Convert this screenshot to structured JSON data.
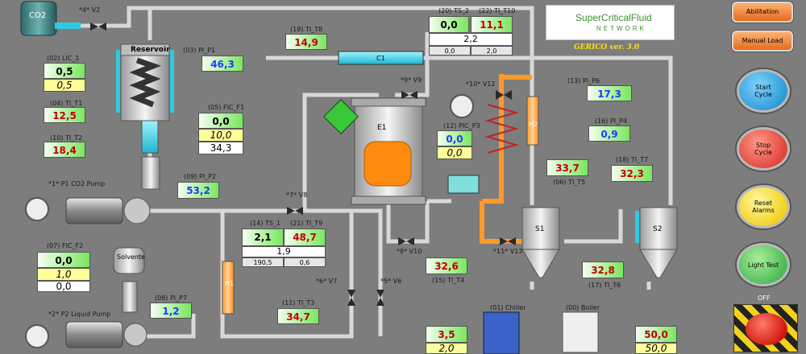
{
  "app": {
    "brand_line1": "SuperCriticalFluid",
    "brand_line2": "NETWORK",
    "version": "GERICO  ver. 3.0"
  },
  "buttons": {
    "abilitation": "Abilitation",
    "manual_load": "Manual Load",
    "start": "Start Cycle",
    "stop": "Stop Cycle",
    "reset": "Reset Alarms",
    "light": "Light Test",
    "emergency": "OFF"
  },
  "colors": {
    "start": "#2f9bd6",
    "stop": "#e2453a",
    "reset": "#f2d21f",
    "light": "#4dbb57"
  },
  "equipment": {
    "co2": "CO2",
    "reservoir": "Reservoir",
    "c1": "C1",
    "e1": "E1",
    "h1": "H1",
    "h2": "H2",
    "s1": "S1",
    "s2": "S2",
    "solvente": "Solvente",
    "pump1": "*1* P1 CO2 Pump",
    "pump2": "*2* P2 Liquid Pump",
    "chiller": "(01) Chiller",
    "boiler": "(00) Boiler"
  },
  "valves": {
    "v2": "*4* V2",
    "v9": "*9* V9",
    "v12": "*10* V12",
    "v8": "*7* V8",
    "v10": "*8* V10",
    "v7": "*6* V7",
    "v6": "*5* V6",
    "v13": "*11* V13"
  },
  "instruments": {
    "lic1": {
      "tag": "(02) LIC_1",
      "pv": "0,5",
      "sp": "0,5"
    },
    "tit1": {
      "tag": "(04) TI_T1",
      "pv": "12,5"
    },
    "tit2": {
      "tag": "(10) TI_T2",
      "pv": "18,4"
    },
    "pip1": {
      "tag": "(03) PI_P1",
      "pv": "46,3"
    },
    "tit8": {
      "tag": "(19) TI_T8",
      "pv": "14,9"
    },
    "ts2": {
      "tag": "(20) TS_2",
      "pv": "0,0"
    },
    "tit10": {
      "tag": "(22) TI_T10",
      "pv": "11,1"
    },
    "c1_mid": "2,2",
    "c1_left": "0,0",
    "c1_right": "2,0",
    "ficf1": {
      "tag": "(05) FIC_F1",
      "pv": "0,0",
      "sp": "10,0",
      "out": "34,3"
    },
    "pip2": {
      "tag": "(09) PI_P2",
      "pv": "53,2"
    },
    "ficf2": {
      "tag": "(07) FIC_F2",
      "pv": "0,0",
      "sp": "1,0",
      "out": "0,0"
    },
    "pip7": {
      "tag": "(08) PI_P7",
      "pv": "1,2"
    },
    "ts1": {
      "tag": "(14) TS_1",
      "pv": "2,1"
    },
    "tit9": {
      "tag": "(21) TI_T9",
      "pv": "48,7"
    },
    "e1_mid": "1,9",
    "e1_left": "190,5",
    "e1_right": "0,6",
    "tit3": {
      "tag": "(11) TI_T3",
      "pv": "34,7"
    },
    "picp3": {
      "tag": "(12) PIC_P3",
      "pv": "0,0",
      "sp": "0,0"
    },
    "tit4": {
      "tag": "(15) TI_T4",
      "pv": "32,6"
    },
    "pip6": {
      "tag": "(13) PI_P6",
      "pv": "17,3"
    },
    "pip4": {
      "tag": "(16) PI_P4",
      "pv": "0,9"
    },
    "tit5": {
      "tag": "(06) TI_T5",
      "pv": "33,7"
    },
    "tit7": {
      "tag": "(18) TI_T7",
      "pv": "32,3"
    },
    "tit6": {
      "tag": "(17) TI_T6",
      "pv": "32,8"
    },
    "chiller": {
      "pv": "3,5",
      "sp": "2,0"
    },
    "boiler": {
      "pv": "50,0",
      "sp": "50,0"
    }
  }
}
